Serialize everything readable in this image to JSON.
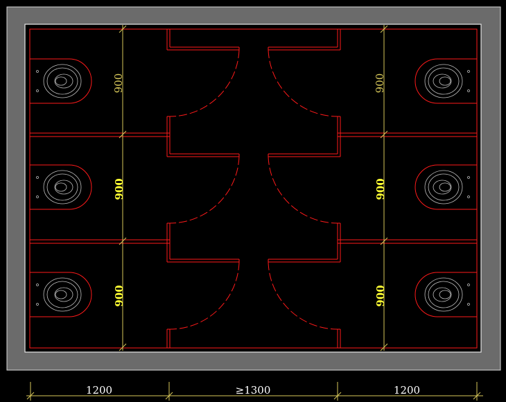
{
  "colors": {
    "background": "#000000",
    "frame": "#6b6b6b",
    "frame_border": "#d8d8d8",
    "wall": "#ff1a1a",
    "fixture": "#bfbfbf",
    "dim_line": "#d8c85a",
    "dim_text_yellow": "#ffff33",
    "dim_text_olive": "#d8c85a",
    "dim_text_white": "#ffffff"
  },
  "dimensions": {
    "left_stall_widths": [
      "900",
      "900",
      "900"
    ],
    "right_stall_widths": [
      "900",
      "900",
      "900"
    ],
    "bottom": [
      "1200",
      "≥1300",
      "1200"
    ]
  },
  "fixtures": {
    "icon": "wall-hung-toilet-icon",
    "count": 6
  }
}
